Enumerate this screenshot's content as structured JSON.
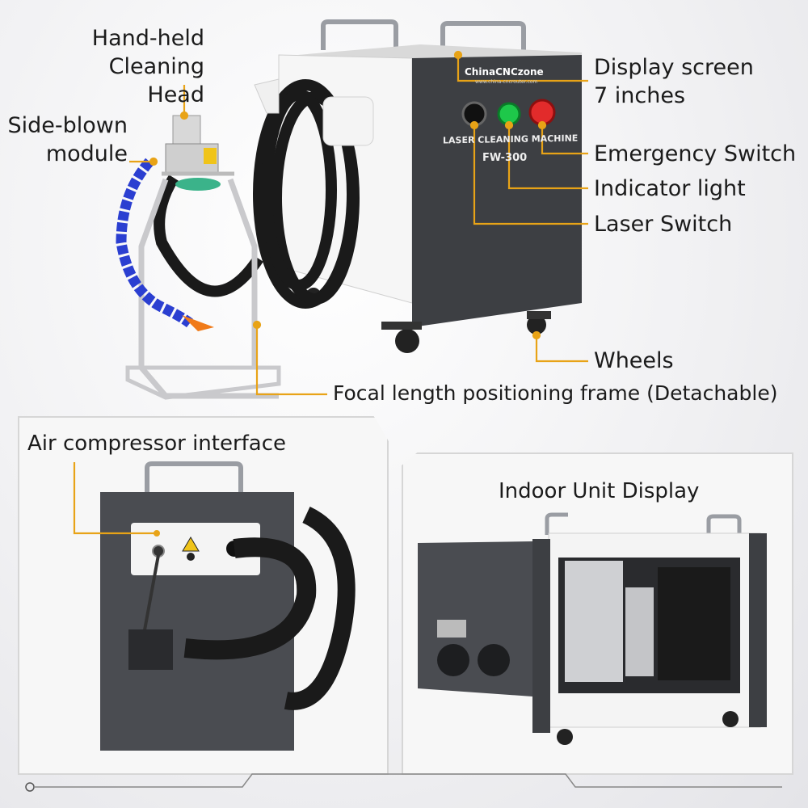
{
  "callouts": {
    "handheld_head": "Hand-held\nCleaning Head",
    "side_blown": "Side-blown\nmodule",
    "display_screen": "Display screen\n7 inches",
    "emergency_switch": "Emergency Switch",
    "indicator_light": "Indicator light",
    "laser_switch": "Laser Switch",
    "wheels": "Wheels",
    "focal_frame": "Focal length positioning frame (Detachable)",
    "air_compressor": "Air compressor interface",
    "indoor_unit": "Indoor Unit Display"
  },
  "machine": {
    "brand": "ChinaCNCzone",
    "website": "www.china-cncrouter.com",
    "name": "LASER CLEANING MACHINE",
    "model": "FW-300"
  },
  "colors": {
    "accent": "#e8a317",
    "cabinet_dark": "#3d3f43",
    "cabinet_white": "#f4f4f4",
    "hose": "#1a1a1a",
    "blue_hose": "#2b3fd1"
  }
}
